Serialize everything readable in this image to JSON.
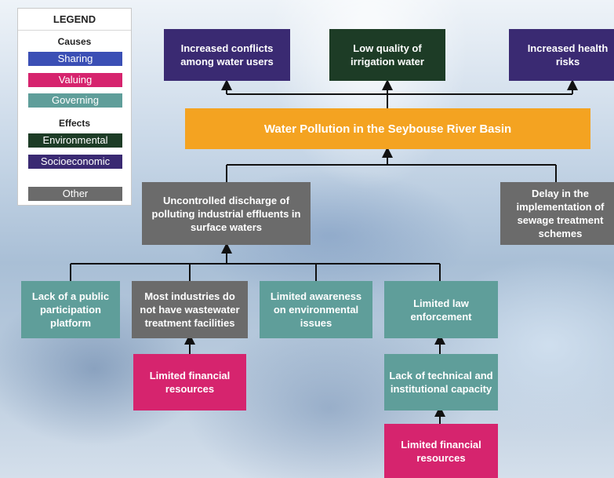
{
  "legend": {
    "title": "LEGEND",
    "causes_heading": "Causes",
    "causes": [
      {
        "label": "Sharing",
        "color": "#3b4fb5"
      },
      {
        "label": "Valuing",
        "color": "#d6246e"
      },
      {
        "label": "Governing",
        "color": "#5f9e9a"
      }
    ],
    "effects_heading": "Effects",
    "effects": [
      {
        "label": "Environmental",
        "color": "#1d3c26"
      },
      {
        "label": "Socioeconomic",
        "color": "#3a2a72"
      }
    ],
    "other": {
      "label": "Other",
      "color": "#6b6b6b"
    }
  },
  "effects": {
    "conflicts": "Increased conflicts among water users",
    "irrigation": "Low quality of irrigation water",
    "health": "Increased health risks"
  },
  "central": "Water Pollution in the Seybouse River Basin",
  "causes": {
    "discharge": "Uncontrolled discharge of polluting industrial effluents in surface waters",
    "delay": "Delay in the implementation of sewage treatment schemes",
    "public_platform": "Lack of a public participation platform",
    "no_treatment": "Most industries do not have wastewater treatment facilities",
    "awareness": "Limited awareness on environmental issues",
    "law": "Limited law enforcement",
    "financial_1": "Limited financial resources",
    "capacity": "Lack of technical and institutional capacity",
    "financial_2": "Limited financial resources"
  }
}
